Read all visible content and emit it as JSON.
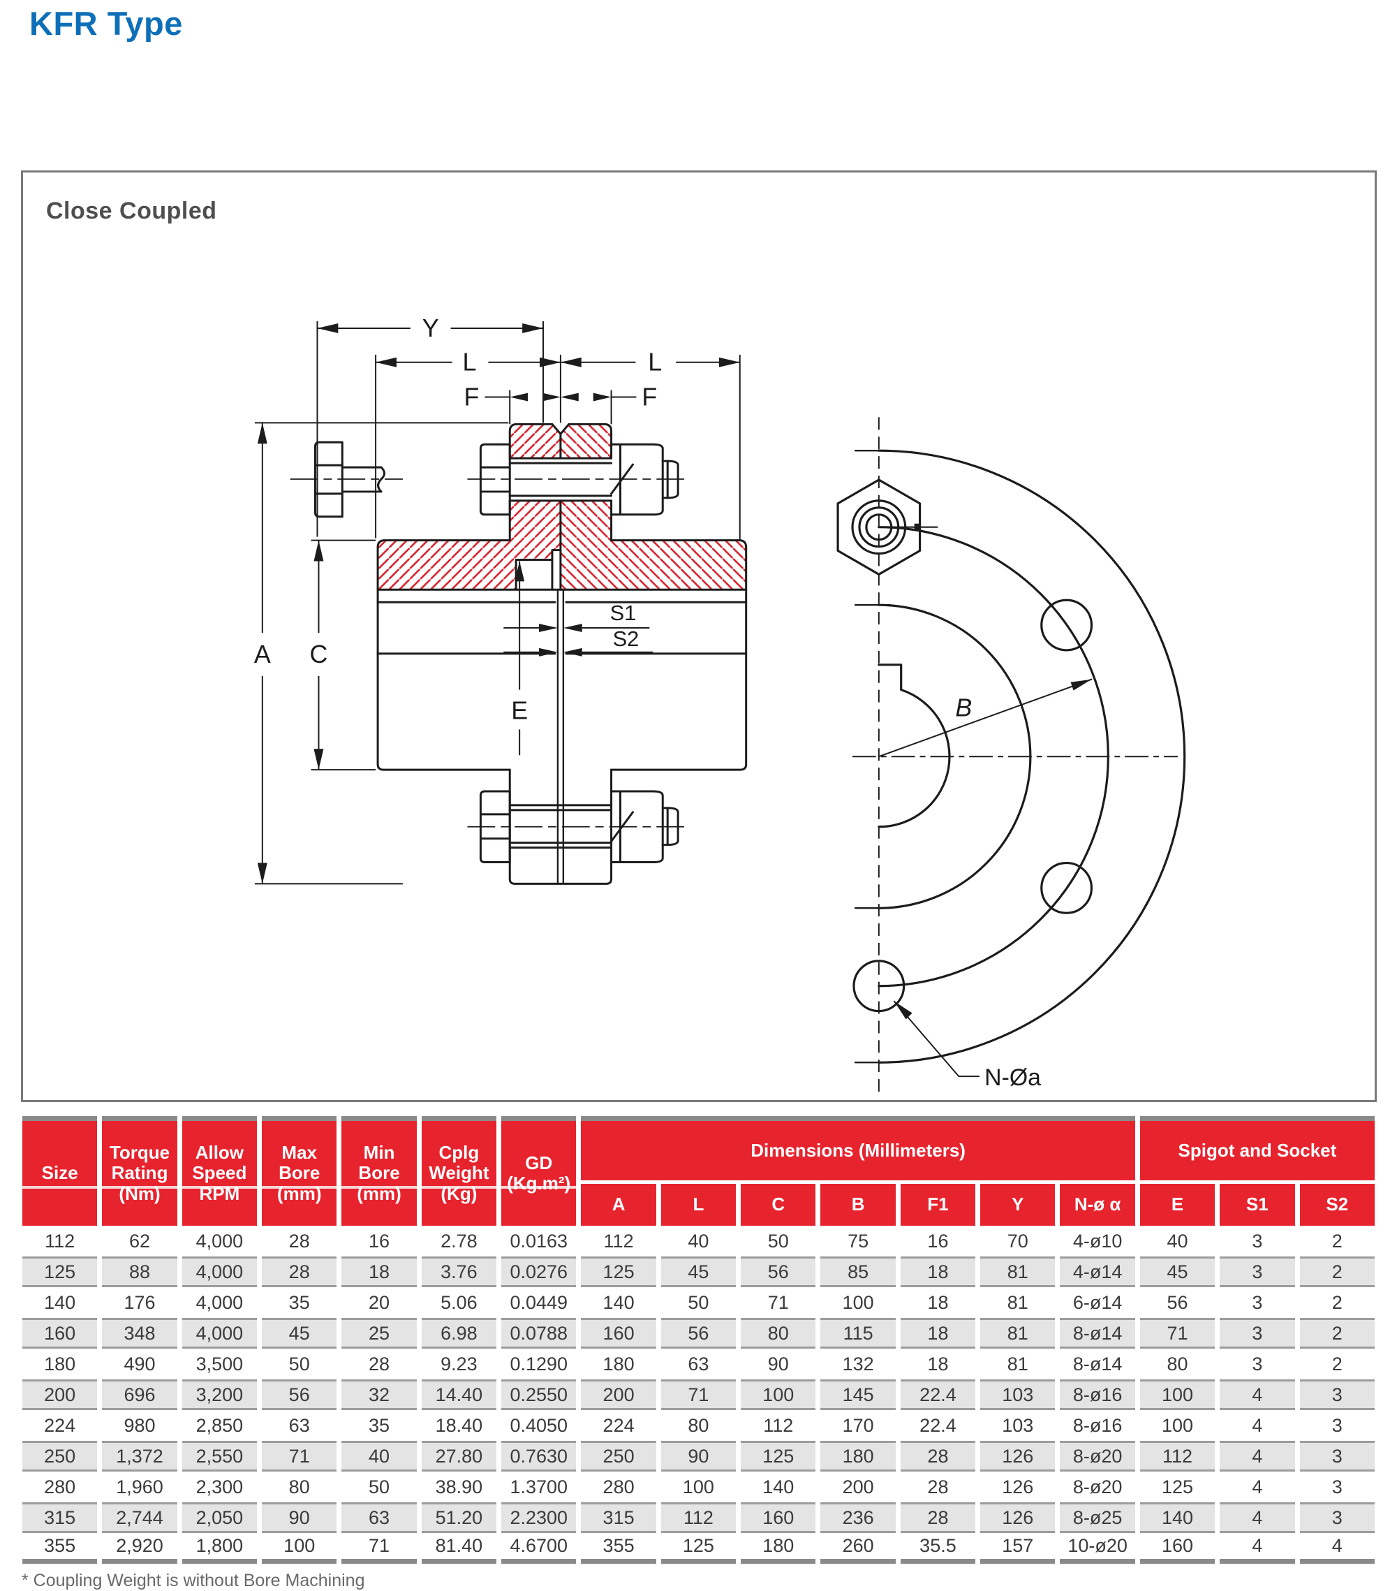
{
  "page": {
    "title": "KFR Type"
  },
  "diagram": {
    "heading": "Close Coupled",
    "labels": {
      "y": "Y",
      "l_left": "L",
      "l_right": "L",
      "f_left": "F",
      "f_right": "F",
      "a": "A",
      "c": "C",
      "s1": "S1",
      "s2": "S2",
      "e": "E",
      "b": "B",
      "n_oa": "N-Øa"
    },
    "colors": {
      "hatch": "#d6232e",
      "line": "#1c1c1c"
    }
  },
  "table": {
    "header_bg": "#e7232e",
    "accent_gray": "#8a8a8a",
    "columns": [
      "Size",
      "Torque\nRating\n(Nm)",
      "Allow\nSpeed\nRPM",
      "Max\nBore\n(mm)",
      "Min\nBore\n(mm)",
      "Cplg\nWeight\n(Kg)",
      "GD\n(Kg.m²)"
    ],
    "groups": {
      "dimensions": "Dimensions (Millimeters)",
      "spigot": "Spigot and Socket"
    },
    "sub_columns": [
      "A",
      "L",
      "C",
      "B",
      "F1",
      "Y",
      "N-ø α",
      "E",
      "S1",
      "S2"
    ],
    "rows": [
      [
        "112",
        "62",
        "4,000",
        "28",
        "16",
        "2.78",
        "0.0163",
        "112",
        "40",
        "50",
        "75",
        "16",
        "70",
        "4-ø10",
        "40",
        "3",
        "2"
      ],
      [
        "125",
        "88",
        "4,000",
        "28",
        "18",
        "3.76",
        "0.0276",
        "125",
        "45",
        "56",
        "85",
        "18",
        "81",
        "4-ø14",
        "45",
        "3",
        "2"
      ],
      [
        "140",
        "176",
        "4,000",
        "35",
        "20",
        "5.06",
        "0.0449",
        "140",
        "50",
        "71",
        "100",
        "18",
        "81",
        "6-ø14",
        "56",
        "3",
        "2"
      ],
      [
        "160",
        "348",
        "4,000",
        "45",
        "25",
        "6.98",
        "0.0788",
        "160",
        "56",
        "80",
        "115",
        "18",
        "81",
        "8-ø14",
        "71",
        "3",
        "2"
      ],
      [
        "180",
        "490",
        "3,500",
        "50",
        "28",
        "9.23",
        "0.1290",
        "180",
        "63",
        "90",
        "132",
        "18",
        "81",
        "8-ø14",
        "80",
        "3",
        "2"
      ],
      [
        "200",
        "696",
        "3,200",
        "56",
        "32",
        "14.40",
        "0.2550",
        "200",
        "71",
        "100",
        "145",
        "22.4",
        "103",
        "8-ø16",
        "100",
        "4",
        "3"
      ],
      [
        "224",
        "980",
        "2,850",
        "63",
        "35",
        "18.40",
        "0.4050",
        "224",
        "80",
        "112",
        "170",
        "22.4",
        "103",
        "8-ø16",
        "100",
        "4",
        "3"
      ],
      [
        "250",
        "1,372",
        "2,550",
        "71",
        "40",
        "27.80",
        "0.7630",
        "250",
        "90",
        "125",
        "180",
        "28",
        "126",
        "8-ø20",
        "112",
        "4",
        "3"
      ],
      [
        "280",
        "1,960",
        "2,300",
        "80",
        "50",
        "38.90",
        "1.3700",
        "280",
        "100",
        "140",
        "200",
        "28",
        "126",
        "8-ø20",
        "125",
        "4",
        "3"
      ],
      [
        "315",
        "2,744",
        "2,050",
        "90",
        "63",
        "51.20",
        "2.2300",
        "315",
        "112",
        "160",
        "236",
        "28",
        "126",
        "8-ø25",
        "140",
        "4",
        "3"
      ],
      [
        "355",
        "2,920",
        "1,800",
        "100",
        "71",
        "81.40",
        "4.6700",
        "355",
        "125",
        "180",
        "260",
        "35.5",
        "157",
        "10-ø20",
        "160",
        "4",
        "4"
      ]
    ],
    "footnote": "* Coupling Weight is without Bore Machining"
  }
}
